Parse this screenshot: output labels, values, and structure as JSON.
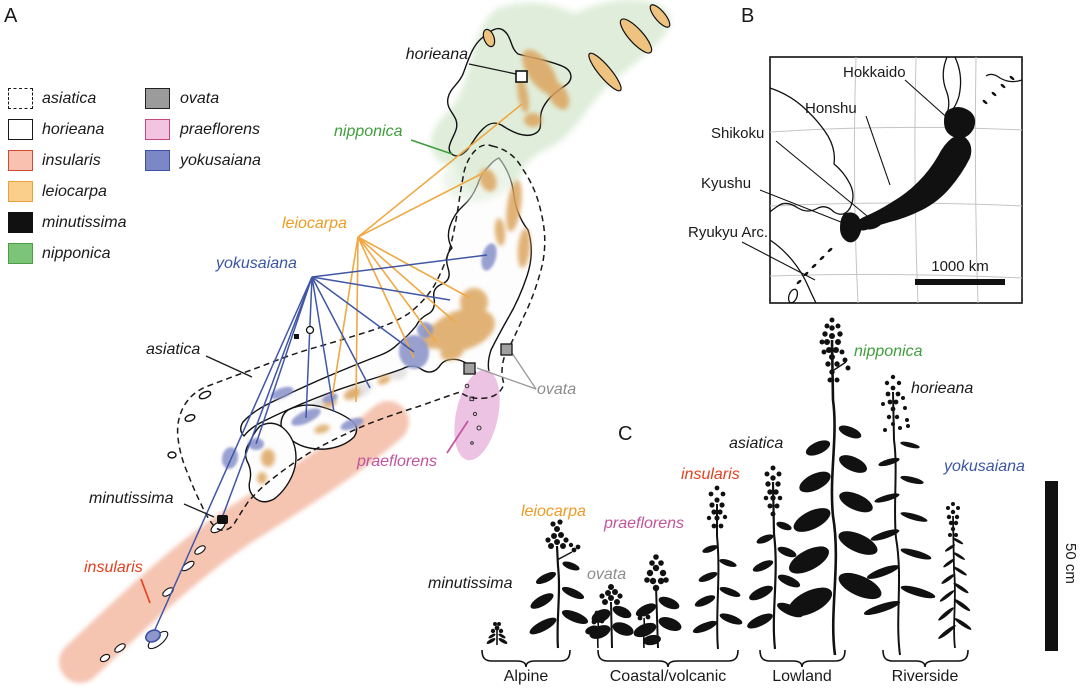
{
  "figure": {
    "panel_a": "A",
    "panel_b": "B",
    "panel_c": "C"
  },
  "colors": {
    "black_text": "#1a1a1a",
    "leiocarpa_text": "#EC9B23",
    "yokusaiana_text": "#3B55A6",
    "nipponica_text": "#3F9E3C",
    "insularis_text": "#E4401F",
    "praeflorens_text": "#C2549E",
    "ovata_text": "#8C8C8C",
    "nipponica_region": "#DFEDDA",
    "leiocarpa_patch": "#DCA55E",
    "yokusaiana_patch": "#8E97CC",
    "insularis_band": "#F5C5B2",
    "praeflorens_region": "#ECC3E2",
    "ovata_marker": "#A0A0A0"
  },
  "legend": {
    "items": [
      {
        "label": "asiatica",
        "fill": "#FFFFFF",
        "border": "#1a1a1a",
        "dash": true
      },
      {
        "label": "horieana",
        "fill": "#FFFFFF",
        "border": "#1a1a1a",
        "dash": false
      },
      {
        "label": "insularis",
        "fill": "#F7C2B0",
        "border": "#D04A32",
        "dash": false
      },
      {
        "label": "leiocarpa",
        "fill": "#FACF8C",
        "border": "#E8A33C",
        "dash": false
      },
      {
        "label": "minutissima",
        "fill": "#111111",
        "border": "#111111",
        "dash": false
      },
      {
        "label": "nipponica",
        "fill": "#7CC477",
        "border": "#4C9E48",
        "dash": false
      },
      {
        "label": "ovata",
        "fill": "#9B9B9B",
        "border": "#222222",
        "dash": false
      },
      {
        "label": "praeflorens",
        "fill": "#F2C4E1",
        "border": "#C2497E",
        "dash": false
      },
      {
        "label": "yokusaiana",
        "fill": "#7C87C6",
        "border": "#3D50A5",
        "dash": false
      }
    ]
  },
  "map_a": {
    "callouts": {
      "horieana": "horieana",
      "nipponica": "nipponica",
      "leiocarpa": "leiocarpa",
      "yokusaiana": "yokusaiana",
      "asiatica": "asiatica",
      "ovata": "ovata",
      "praeflorens": "praeflorens",
      "minutissima": "minutissima",
      "insularis": "insularis"
    }
  },
  "map_b": {
    "island_labels": {
      "hokkaido": "Hokkaido",
      "honshu": "Honshu",
      "shikoku": "Shikoku",
      "kyushu": "Kyushu",
      "ryukyu": "Ryukyu Arc."
    },
    "scale_label": "1000 km"
  },
  "panel_c": {
    "species": {
      "minutissima": "minutissima",
      "leiocarpa": "leiocarpa",
      "ovata": "ovata",
      "praeflorens": "praeflorens",
      "insularis": "insularis",
      "asiatica": "asiatica",
      "nipponica": "nipponica",
      "horieana": "horieana",
      "yokusaiana": "yokusaiana"
    },
    "habitats": {
      "alpine": "Alpine",
      "coastal": "Coastal/volcanic",
      "lowland": "Lowland",
      "riverside": "Riverside"
    },
    "scale_label": "50 cm"
  }
}
